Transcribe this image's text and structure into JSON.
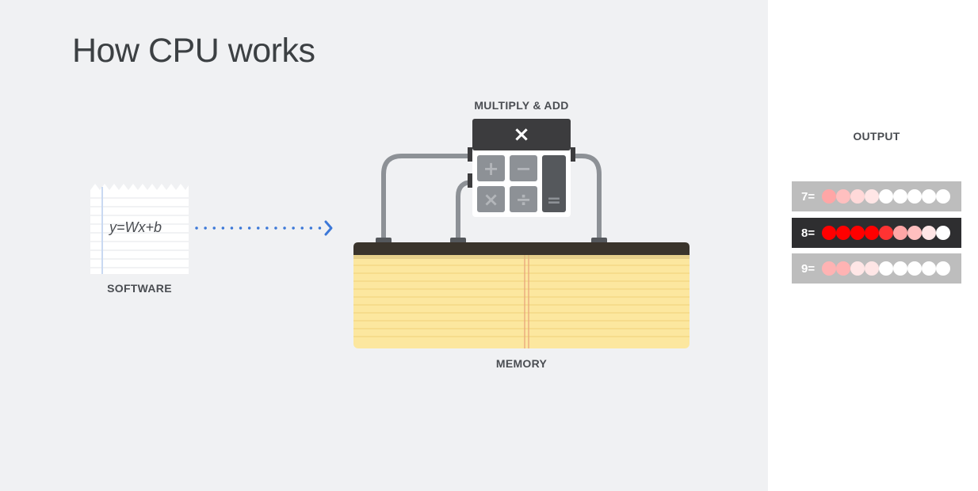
{
  "title": "How CPU works",
  "labels": {
    "software": "SOFTWARE",
    "memory": "MEMORY",
    "alu": "MULTIPLY & ADD",
    "output": "OUTPUT"
  },
  "software": {
    "formula": "y=Wx+b"
  },
  "alu": {
    "active_op": "×",
    "keys": [
      "+",
      "−",
      "×",
      "÷",
      "="
    ]
  },
  "output": {
    "rows": [
      {
        "label": "7=",
        "selected": false,
        "intensity": [
          0.35,
          0.25,
          0.15,
          0.1,
          0,
          0,
          0,
          0,
          0
        ]
      },
      {
        "label": "8=",
        "selected": true,
        "intensity": [
          1,
          1,
          1,
          1,
          0.8,
          0.35,
          0.25,
          0.1,
          0
        ]
      },
      {
        "label": "9=",
        "selected": false,
        "intensity": [
          0.3,
          0.3,
          0.1,
          0.1,
          0,
          0,
          0,
          0,
          0
        ]
      }
    ]
  },
  "colors": {
    "arrow": "#3c78d8",
    "memory_fill": "#fce79f",
    "memory_top": "#3a342c",
    "alu_dark": "#3c3c3e",
    "key_bg": "#8d9196",
    "row_bg": "#bdbdbd",
    "row_selected_bg": "#2e2e30",
    "dot_hot": "#ff0000"
  }
}
